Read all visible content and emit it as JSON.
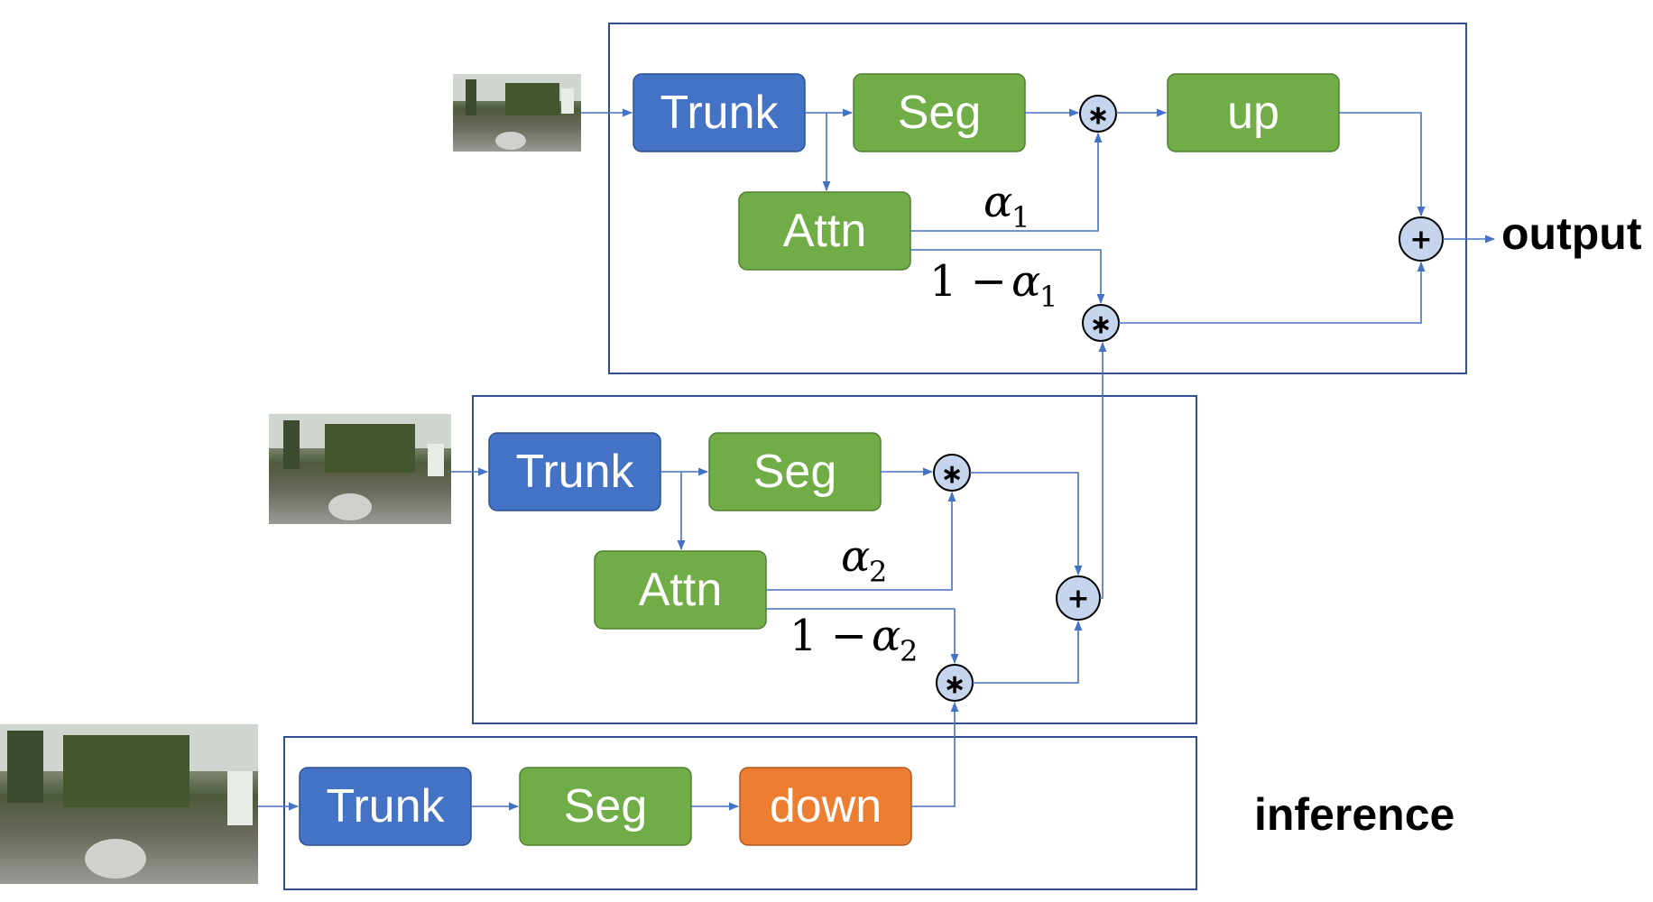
{
  "blocks": {
    "trunk": "Trunk",
    "seg": "Seg",
    "attn": "Attn",
    "up": "up",
    "down": "down"
  },
  "operators": {
    "multiply": "∗",
    "add": "+"
  },
  "weights": {
    "alpha_symbol": "α",
    "one_minus": "1 − ",
    "scale1_index": "1",
    "scale2_index": "2"
  },
  "labels": {
    "output": "output",
    "inference": "inference"
  },
  "colors": {
    "trunk": "#4472C4",
    "seg": "#70AD47",
    "down": "#ED7D31",
    "operator_fill": "#C5D5EE",
    "arrow": "#4472C4"
  }
}
